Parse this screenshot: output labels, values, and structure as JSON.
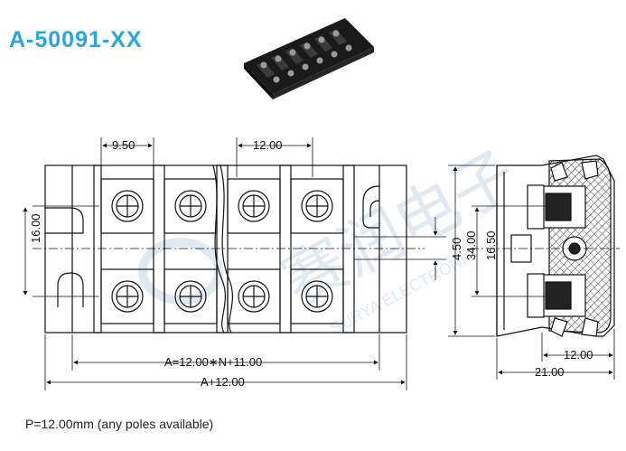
{
  "title": "A-50091-XX",
  "footnote": "P=12.00mm (any poles available)",
  "watermark": {
    "chinese": "赛润电子",
    "english": "SURYA ELECTRONIC"
  },
  "dimensions": {
    "pitch_first": "9.50",
    "pitch": "12.00",
    "height_inner": "16.00",
    "barrier_gap": "4.50",
    "overall_height": "34.00",
    "side_inner": "16.50",
    "side_depth": "12.00",
    "side_width": "21.00",
    "length_formula": "A=12.00∗N+11.00",
    "total_length": "A+12.00"
  },
  "colors": {
    "title": "#29a6e0",
    "line": "#111111",
    "watermark": "#c8d6e6"
  }
}
